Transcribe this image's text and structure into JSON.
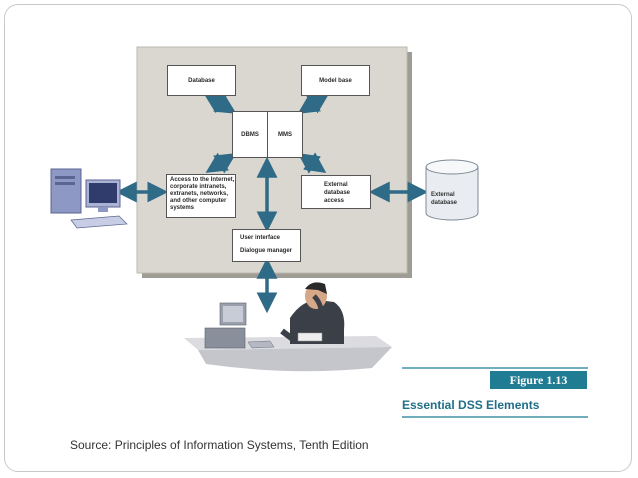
{
  "diagram": {
    "database": "Database",
    "model_base": "Model base",
    "dbms": "DBMS",
    "mms": "MMS",
    "internet_access": [
      "Access to the Internet,",
      "corporate intranets,",
      "extranets, networks,",
      "and other computer",
      "systems"
    ],
    "external_access": [
      "External",
      "database",
      "access"
    ],
    "user_interface": "User interface",
    "dialogue_manager": "Dialogue manager",
    "external_database": [
      "External",
      "database"
    ]
  },
  "figure": {
    "number": "Figure 1.13",
    "caption": "Essential DSS Elements"
  },
  "source": "Source: Principles of Information Systems, Tenth Edition",
  "colors": {
    "panel": "#d9d7cf",
    "arrow": "#2f6a87",
    "figure_tag": "#1f7c93",
    "caption": "#1f6f88",
    "rule": "#1f7c93"
  }
}
